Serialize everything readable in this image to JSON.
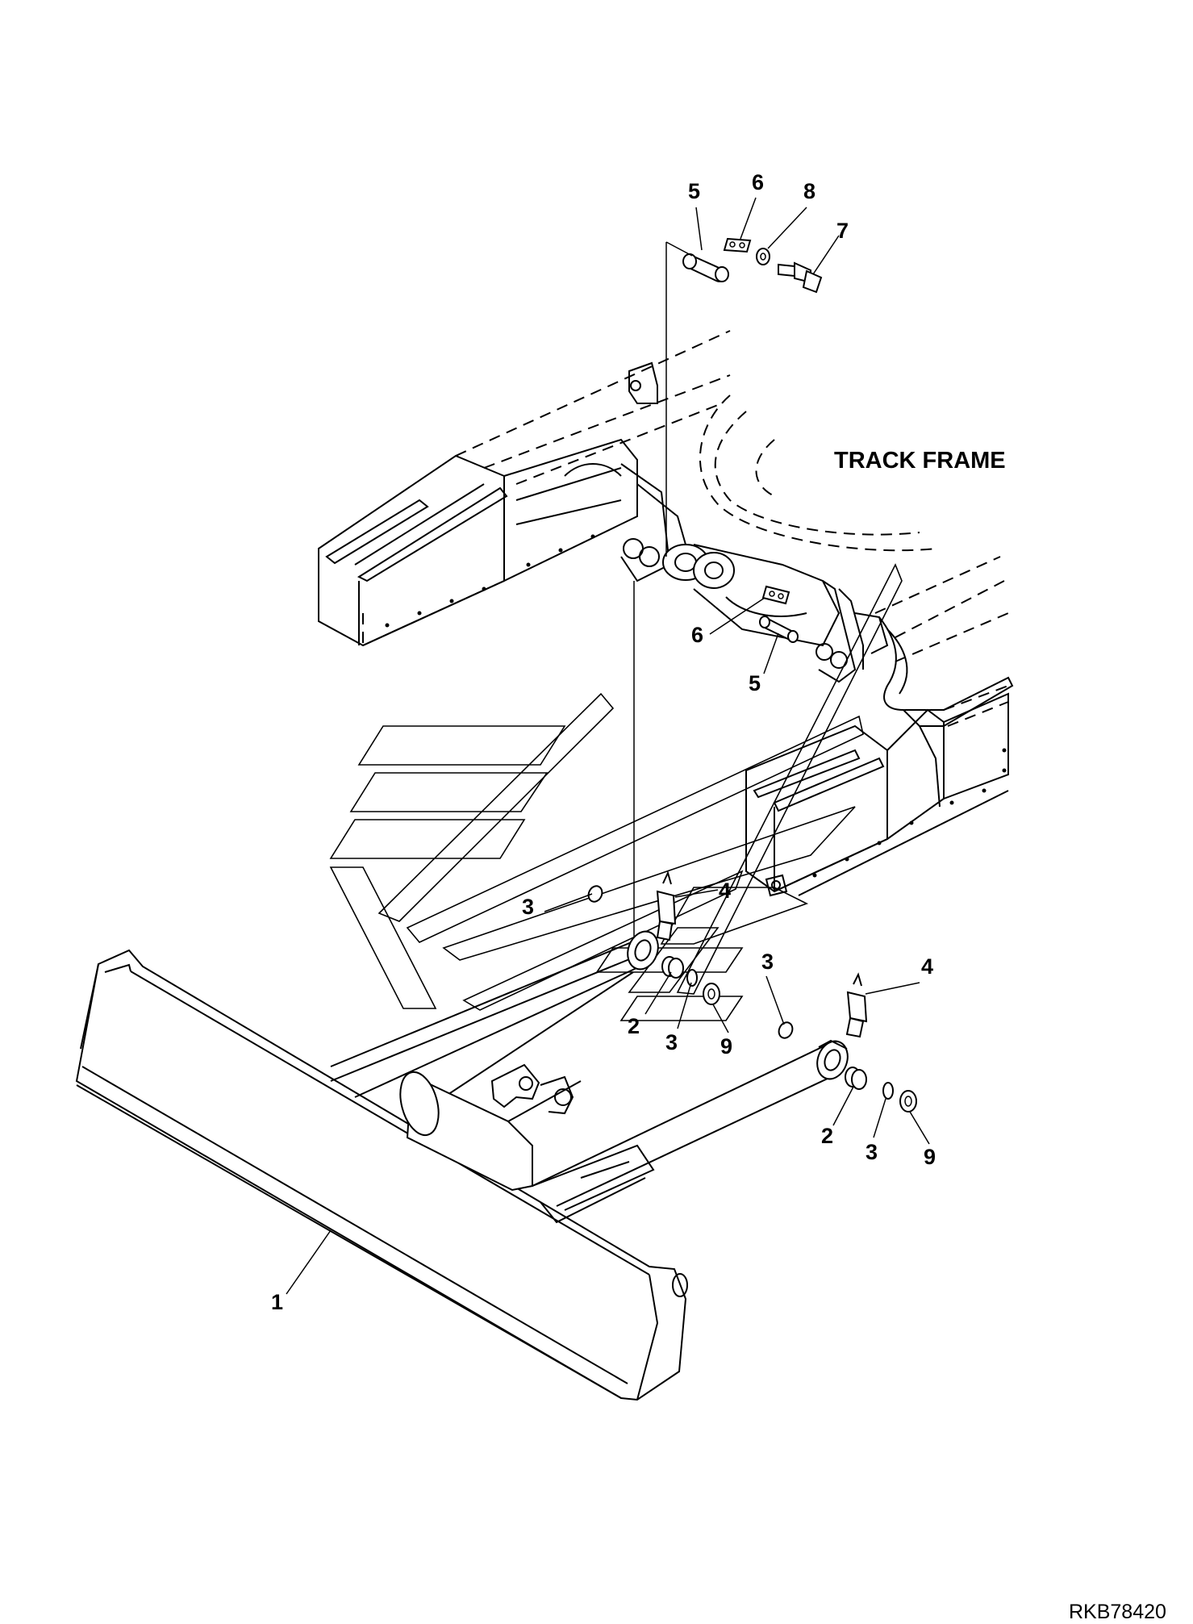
{
  "diagram": {
    "section_label": "TRACK FRAME",
    "reference_code": "RKB78420",
    "callouts": [
      {
        "id": "c5-top",
        "label": "5"
      },
      {
        "id": "c6-top",
        "label": "6"
      },
      {
        "id": "c8",
        "label": "8"
      },
      {
        "id": "c7",
        "label": "7"
      },
      {
        "id": "c6-mid",
        "label": "6"
      },
      {
        "id": "c5-mid",
        "label": "5"
      },
      {
        "id": "c3-a",
        "label": "3"
      },
      {
        "id": "c4-a",
        "label": "4"
      },
      {
        "id": "c3-b",
        "label": "3"
      },
      {
        "id": "c2-a",
        "label": "2"
      },
      {
        "id": "c3-c",
        "label": "3"
      },
      {
        "id": "c9-a",
        "label": "9"
      },
      {
        "id": "c4-b",
        "label": "4"
      },
      {
        "id": "c2-b",
        "label": "2"
      },
      {
        "id": "c3-d",
        "label": "3"
      },
      {
        "id": "c9-b",
        "label": "9"
      },
      {
        "id": "c1",
        "label": "1"
      }
    ]
  }
}
